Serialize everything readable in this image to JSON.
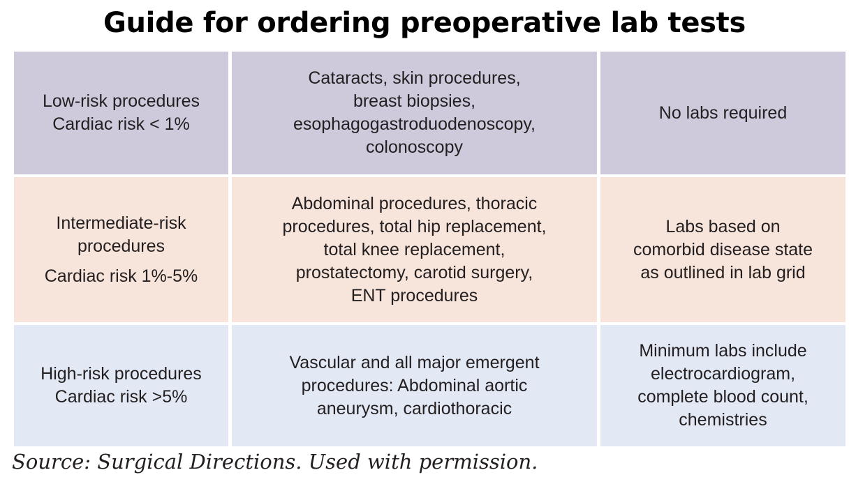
{
  "document": {
    "title": "Guide for ordering preoperative lab tests",
    "source_note": "Source: Surgical Directions. Used with permission."
  },
  "colors": {
    "row_low_bg": "#cfc9dc",
    "row_intermediate_bg": "#f7e4da",
    "row_high_bg": "#e2e8f4",
    "text": "#231f20",
    "title": "#000000",
    "page_bg": "#ffffff"
  },
  "table": {
    "rows": [
      {
        "id": "low-risk",
        "risk_category": {
          "lines": [
            "Low-risk procedures",
            "Cardiac risk < 1%"
          ]
        },
        "procedures": {
          "lines": [
            "Cataracts, skin procedures,",
            "breast biopsies,",
            "esophagogastroduodenoscopy,",
            "colonoscopy"
          ]
        },
        "lab_recommendation": {
          "lines": [
            "No labs required"
          ]
        }
      },
      {
        "id": "intermediate-risk",
        "risk_category": {
          "lines": [
            "Intermediate-risk",
            "procedures",
            "Cardiac risk 1%-5%"
          ]
        },
        "procedures": {
          "lines": [
            "Abdominal procedures, thoracic",
            "procedures, total hip replacement,",
            "total knee replacement,",
            "prostatectomy, carotid surgery,",
            "ENT procedures"
          ]
        },
        "lab_recommendation": {
          "lines": [
            "Labs based on",
            "comorbid disease state",
            "as outlined in lab grid"
          ]
        }
      },
      {
        "id": "high-risk",
        "risk_category": {
          "lines": [
            "High-risk procedures",
            "Cardiac risk >5%"
          ]
        },
        "procedures": {
          "lines": [
            "Vascular and all major emergent",
            "procedures: Abdominal aortic",
            "aneurysm, cardiothoracic"
          ]
        },
        "lab_recommendation": {
          "lines": [
            "Minimum labs include",
            "electrocardiogram,",
            "complete blood count,",
            "chemistries"
          ]
        }
      }
    ]
  }
}
